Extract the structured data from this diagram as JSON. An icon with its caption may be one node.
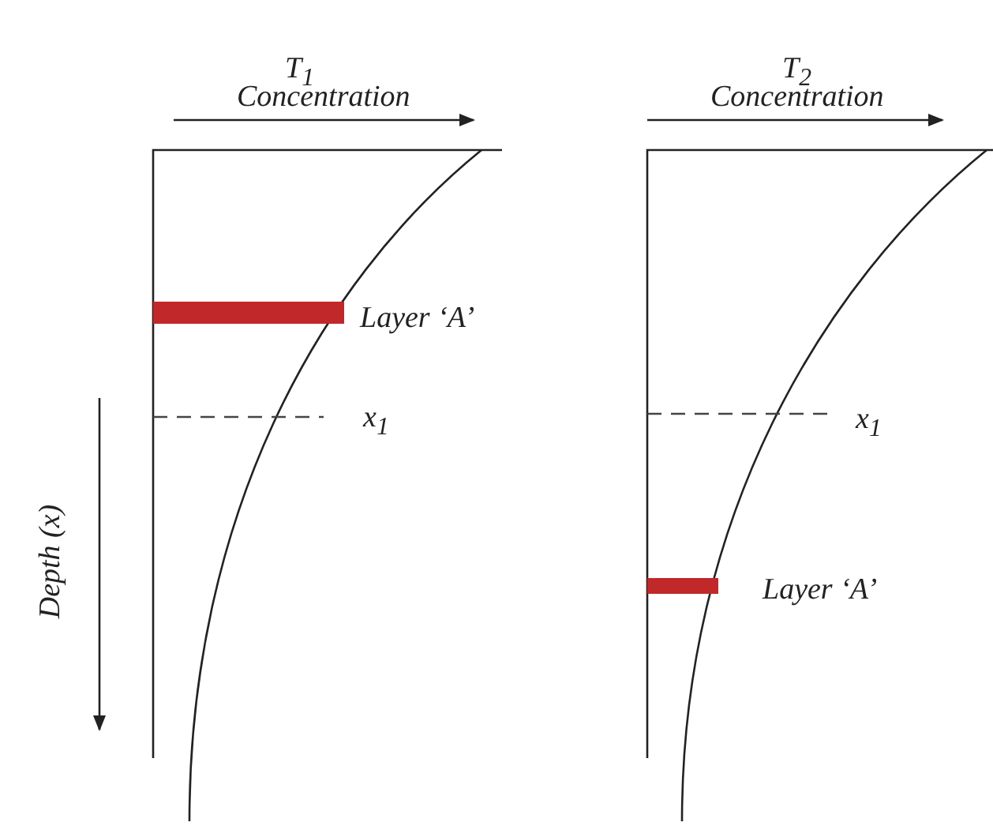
{
  "diagram": {
    "nodes": [
      {
        "text": [],
        "shape": "bar",
        "beside": [
          "Layer ‘A’"
        ]
      },
      {
        "text": [],
        "shape": "bar",
        "beside": [
          "Layer ‘A’"
        ]
      }
    ],
    "labels": [
      "T$_{1}$",
      "Concentration",
      "Depth (x)",
      "x$_{1}$",
      "T$_{2}$",
      "Concentration",
      "x$_{1}$"
    ]
  }
}
